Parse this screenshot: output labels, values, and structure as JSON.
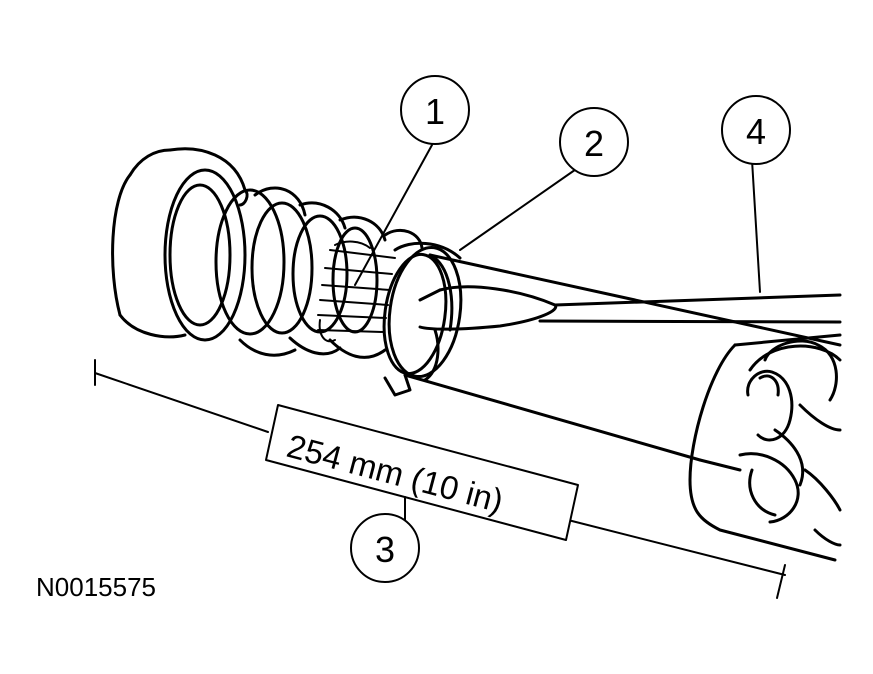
{
  "figure": {
    "reference_number": "N0015575",
    "dimension_label": "254 mm (10 in)",
    "callouts": [
      {
        "number": "1"
      },
      {
        "number": "2"
      },
      {
        "number": "3"
      },
      {
        "number": "4"
      }
    ]
  },
  "colors": {
    "line": "#000000",
    "background": "#ffffff"
  }
}
